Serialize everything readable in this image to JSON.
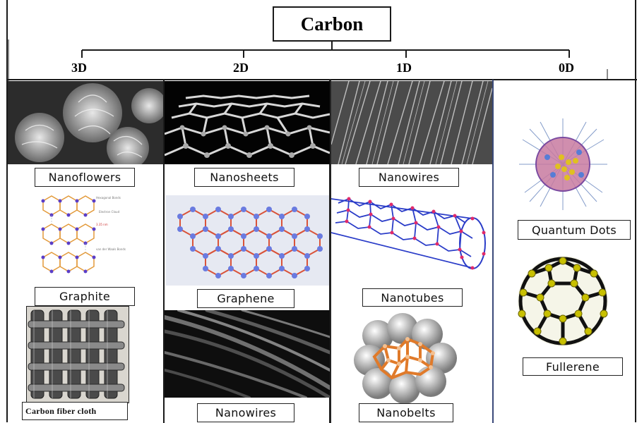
{
  "title": "Carbon",
  "dimensions": [
    "3D",
    "2D",
    "1D",
    "0D"
  ],
  "labels": {
    "nanoflowers": "Nanoflowers",
    "graphite": "Graphite",
    "carbon_fiber_cloth": "Carbon fiber cloth",
    "nanosheets": "Nanosheets",
    "graphene": "Graphene",
    "nanowires_2d": "Nanowires",
    "nanowires_1d": "Nanowires",
    "nanotubes": "Nanotubes",
    "nanobelts": "Nanobelts",
    "quantum_dots": "Quantum Dots",
    "fullerene": "Fullerene"
  },
  "graphite_annotations": [
    "Hexagonal Bonds",
    "Electron Cloud",
    "3.35 nm",
    "van der Waals Bonds"
  ]
}
